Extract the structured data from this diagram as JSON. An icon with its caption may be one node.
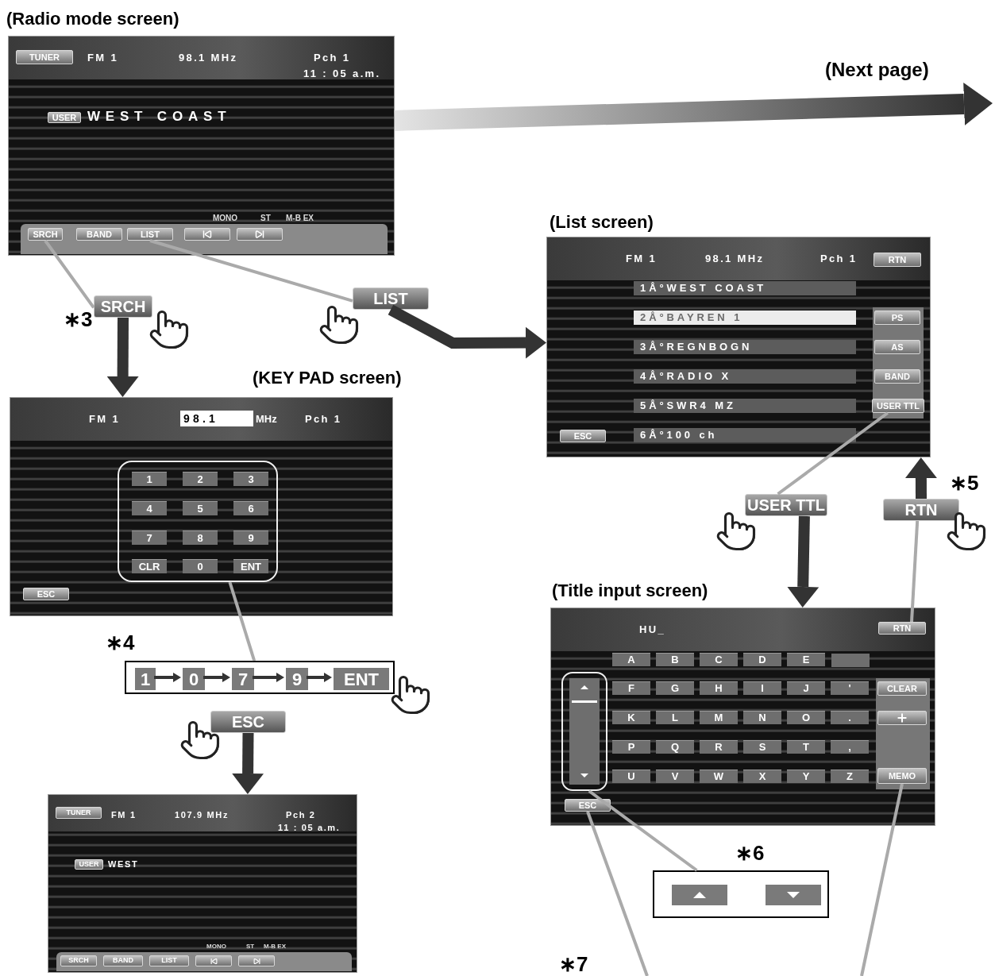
{
  "diagram": {
    "nodes": [
      {
        "text": [
          "(Radio mode screen)",
          "FM 1",
          "98.1 MHz",
          "Pch 1",
          "11 : 05 a.m.",
          "WEST COAST",
          "MONO",
          "ST",
          "M-B EX"
        ]
      },
      {
        "text": [
          "SRCH"
        ],
        "in": 0
      },
      {
        "text": [
          "LIST"
        ],
        "in": 0
      },
      {
        "text": [
          "SRCH"
        ]
      },
      {
        "text": [
          "LIST"
        ]
      },
      {
        "text": [
          "(KEY PAD screen)",
          "FM 1",
          "98.1",
          "MHz",
          "Pch 1"
        ]
      },
      {
        "text": [
          "1",
          "2",
          "3",
          "4",
          "5",
          "6",
          "7",
          "8",
          "9",
          "CLR",
          "0",
          "ENT"
        ],
        "in": 5
      },
      {
        "text": [
          "(List screen)",
          "FM 1",
          "98.1 MHz",
          "Pch 1",
          "1Å°WEST COAST",
          "2Å°BAYREN 1",
          "3Å°REGNBOGN",
          "4Å°RADIO X",
          "5Å°SWR4 MZ",
          "6Å°100 ch"
        ]
      },
      {
        "text": [
          "RTN"
        ],
        "in": 7
      },
      {
        "text": [
          "USER TTL"
        ],
        "in": 7
      },
      {
        "text": [
          "USER TTL"
        ]
      },
      {
        "text": [
          "RTN"
        ]
      },
      {
        "text": [
          "(Title input screen)",
          "HU_",
          "A",
          "B",
          "C",
          "D",
          "E",
          "F",
          "G",
          "H",
          "I",
          "J",
          "'",
          "K",
          "L",
          "M",
          "N",
          "O",
          ".",
          "P",
          "Q",
          "R",
          "S",
          "T",
          ",",
          "U",
          "V",
          "W",
          "X",
          "Y",
          "Z"
        ]
      },
      {
        "text": [
          "RTN"
        ],
        "in": 12
      },
      {
        "text": [],
        "shape": "box",
        "in": 12
      },
      {
        "text": [
          "ESC"
        ],
        "in": 12
      },
      {
        "text": [
          "MEMO"
        ],
        "in": 12
      },
      {
        "text": [],
        "shape": "box"
      },
      {
        "text": [
          "1"
        ],
        "in": 17
      },
      {
        "text": [
          "0"
        ],
        "in": 17
      },
      {
        "text": [
          "7"
        ],
        "in": 17
      },
      {
        "text": [
          "9"
        ],
        "in": 17
      },
      {
        "text": [
          "ENT"
        ],
        "in": 17
      },
      {
        "text": [
          "ESC"
        ]
      },
      {
        "text": [
          "FM 1",
          "107.9 MHz",
          "Pch 2",
          "11 : 05 a.m.",
          "WEST",
          "MONO",
          "ST",
          "M-B EX"
        ]
      },
      {
        "text": [],
        "shape": "box"
      },
      {
        "text": [
          "TUNER"
        ],
        "in": 0
      },
      {
        "text": [
          "USER"
        ],
        "in": 0
      },
      {
        "text": [
          "BAND"
        ],
        "in": 0
      },
      {
        "text": [],
        "shape": "box",
        "in": 0
      },
      {
        "text": [],
        "shape": "box",
        "in": 0
      },
      {
        "text": [
          "ESC"
        ],
        "in": 5
      },
      {
        "text": [
          "PS"
        ],
        "in": 7
      },
      {
        "text": [
          "AS"
        ],
        "in": 7
      },
      {
        "text": [
          "BAND"
        ],
        "in": 7
      },
      {
        "text": [
          "ESC"
        ],
        "in": 7
      },
      {
        "text": [
          "CLEAR"
        ],
        "in": 12
      },
      {
        "text": [],
        "shape": "box",
        "in": 12
      },
      {
        "text": [
          "TUNER"
        ],
        "in": 24
      },
      {
        "text": [
          "USER"
        ],
        "in": 24
      },
      {
        "text": [
          "SRCH"
        ],
        "in": 24
      },
      {
        "text": [
          "BAND"
        ],
        "in": 24
      },
      {
        "text": [
          "LIST"
        ],
        "in": 24
      },
      {
        "text": [],
        "shape": "box",
        "in": 24
      },
      {
        "text": [],
        "shape": "box",
        "in": 24
      }
    ],
    "edges": [
      {
        "from": 0,
        "to": null,
        "arrow": "to",
        "label": "(Next page)",
        "style": "thick"
      },
      {
        "from": 1,
        "to": 3,
        "arrow": "none",
        "color": "#aaaaaa"
      },
      {
        "from": 2,
        "to": 4,
        "arrow": "none",
        "color": "#aaaaaa"
      },
      {
        "from": 3,
        "to": 5,
        "arrow": "to",
        "style": "thick"
      },
      {
        "from": 4,
        "to": 7,
        "arrow": "to",
        "style": "thick"
      },
      {
        "from": 6,
        "to": 17,
        "arrow": "none",
        "color": "#aaaaaa"
      },
      {
        "from": 18,
        "to": 19,
        "arrow": "to"
      },
      {
        "from": 19,
        "to": 20,
        "arrow": "to"
      },
      {
        "from": 20,
        "to": 21,
        "arrow": "to"
      },
      {
        "from": 21,
        "to": 22,
        "arrow": "to"
      },
      {
        "from": 23,
        "to": 24,
        "arrow": "to",
        "style": "thick"
      },
      {
        "from": 9,
        "to": 10,
        "arrow": "none",
        "color": "#aaaaaa"
      },
      {
        "from": 10,
        "to": 12,
        "arrow": "to",
        "style": "thick"
      },
      {
        "from": 13,
        "to": 11,
        "arrow": "none",
        "color": "#aaaaaa"
      },
      {
        "from": 11,
        "to": 7,
        "arrow": "to",
        "style": "thick"
      },
      {
        "from": 14,
        "to": 25,
        "arrow": "none",
        "color": "#aaaaaa"
      },
      {
        "from": 15,
        "to": null,
        "arrow": "none",
        "color": "#aaaaaa"
      },
      {
        "from": 16,
        "to": null,
        "arrow": "none",
        "color": "#aaaaaa"
      }
    ],
    "labels": [
      "∗3",
      "∗4",
      "∗5",
      "∗6",
      "∗7"
    ]
  }
}
